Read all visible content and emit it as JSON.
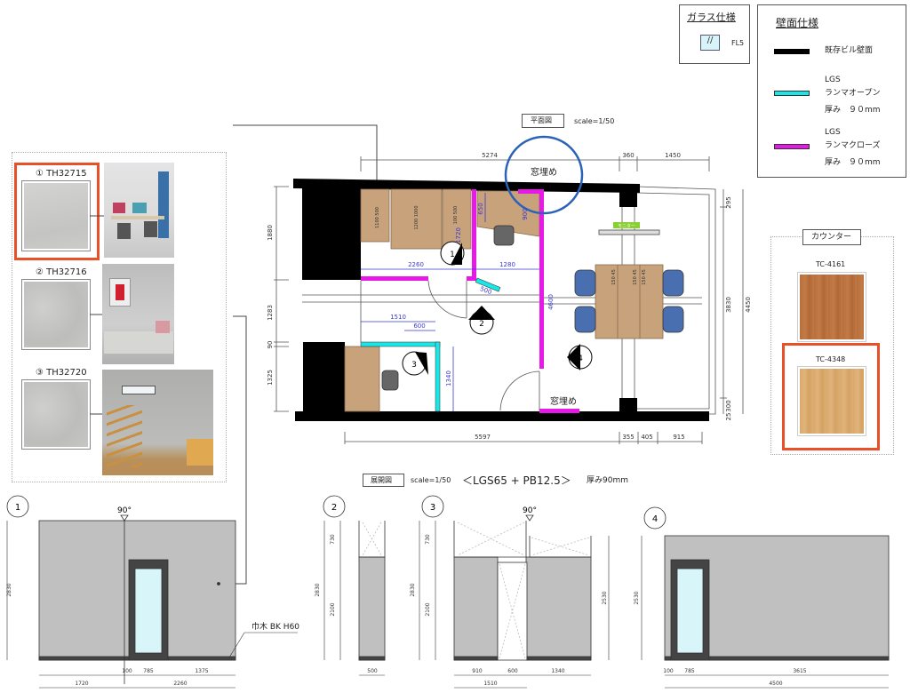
{
  "colors": {
    "existing_wall": "#000000",
    "lgs_open": "#19e6e6",
    "lgs_close": "#e619e6",
    "highlight": "#e8502a",
    "dimension": "#3a3ad0",
    "wall_elevation": "#c0c0c0"
  },
  "legend": {
    "glass_title": "ガラス仕様",
    "glass_code": "FL5",
    "wall_title": "壁面仕様",
    "existing": "既存ビル壁面",
    "lgs1": "LGS",
    "open": "ランマオープン",
    "thick1": "厚み　９０mm",
    "lgs2": "LGS",
    "close": "ランマクローズ",
    "thick2": "厚み　９０mm"
  },
  "swatches": [
    {
      "label": "① TH32715",
      "selected": true
    },
    {
      "label": "② TH32716",
      "selected": false
    },
    {
      "label": "③ TH32720",
      "selected": false
    }
  ],
  "counter": {
    "title": "カウンター",
    "items": [
      {
        "label": "TC-4161",
        "selected": false
      },
      {
        "label": "TC-4348",
        "selected": true
      }
    ]
  },
  "plan": {
    "title": "平面図",
    "scale": "scale=1/50",
    "window_fill_top": "窓埋め",
    "window_fill_bottom": "窓埋め",
    "monitor": "モニター",
    "top_dims": [
      "5274",
      "360",
      "1450"
    ],
    "bottom_dims": [
      "5597",
      "355",
      "405",
      "915"
    ],
    "left_dims": [
      "1880",
      "1283",
      "90",
      "1325"
    ],
    "right_dims": [
      "295",
      "3830",
      "4450",
      "300",
      "25"
    ],
    "inner_dims": [
      "2260",
      "1280",
      "1510",
      "600",
      "1340",
      "4600",
      "500",
      "650",
      "900",
      "1720"
    ],
    "desk_labels": [
      "1100 500",
      "1200 1000",
      "100 500",
      "150 45",
      "150 45",
      "150 45"
    ],
    "markers": [
      "1",
      "2",
      "3",
      "4"
    ]
  },
  "elevation": {
    "title": "展開図",
    "scale": "scale=1/50",
    "spec": "＜LGS65 + PB12.5＞",
    "thickness": "厚み90mm",
    "angle": "90°",
    "baseboard": "巾木 BK H60",
    "e1": {
      "id": "1",
      "height": "2830",
      "bottom": [
        "100",
        "785",
        "1375"
      ],
      "total": [
        "1720",
        "2260"
      ]
    },
    "e2": {
      "id": "2",
      "heights": [
        "730",
        "2100",
        "2830"
      ],
      "bottom": "500"
    },
    "e3": {
      "id": "3",
      "heights": [
        "730",
        "2100",
        "2830",
        "2530"
      ],
      "bottom": [
        "910",
        "600",
        "1340"
      ],
      "total": "1510"
    },
    "e4": {
      "id": "4",
      "height": "2530",
      "bottom": [
        "100",
        "785",
        "3615"
      ],
      "total": "4500"
    }
  }
}
